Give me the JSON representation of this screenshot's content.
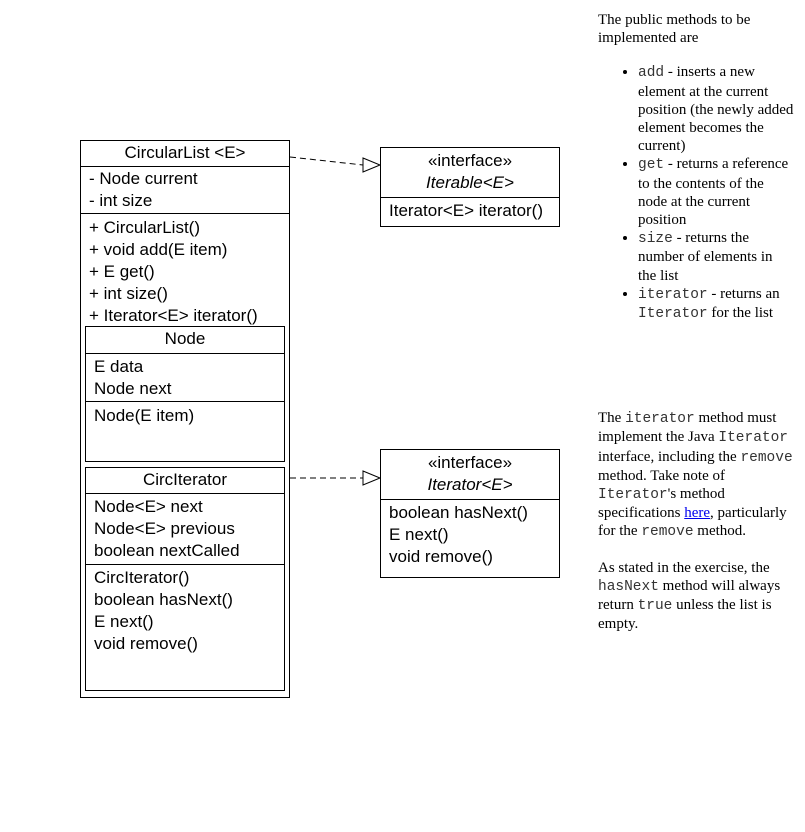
{
  "uml": {
    "circular_list": {
      "name": "CircularList <E>",
      "attributes": [
        "- Node current",
        "- int size"
      ],
      "methods": [
        "+ CircularList()",
        "+ void add(E item)",
        "+ E get()",
        "+ int size()",
        "+ Iterator<E> iterator()"
      ]
    },
    "node": {
      "name": "Node",
      "attributes": [
        "E data",
        "Node next"
      ],
      "methods": [
        "Node(E item)"
      ]
    },
    "circ_iterator": {
      "name": "CircIterator",
      "attributes": [
        "Node<E> next",
        "Node<E> previous",
        "boolean nextCalled"
      ],
      "methods": [
        "CircIterator()",
        "boolean hasNext()",
        "E next()",
        "void remove()"
      ]
    },
    "iterable_interface": {
      "stereotype": "«interface»",
      "name": "Iterable<E>",
      "methods": [
        "Iterator<E> iterator()"
      ]
    },
    "iterator_interface": {
      "stereotype": "«interface»",
      "name": "Iterator<E>",
      "methods": [
        "boolean hasNext()",
        "E next()",
        "void remove()"
      ]
    }
  },
  "doc": {
    "intro": "The public methods to be implemented are",
    "methods": [
      {
        "name": "add",
        "desc": " - inserts a new element at the current position (the newly added element becomes the current)"
      },
      {
        "name": "get",
        "desc": " - returns a reference to the contents of the node at the current position"
      },
      {
        "name": "size",
        "desc": " - returns the number of elements in the list"
      },
      {
        "name": "iterator",
        "desc_a": " - returns an ",
        "code": "Iterator",
        "desc_b": " for the list"
      }
    ],
    "para2": {
      "t1": "The ",
      "c1": "iterator",
      "t2": " method must implement the Java ",
      "c2": "Iterator",
      "t3": " interface, including the ",
      "c3": "remove",
      "t4": " method. Take note of ",
      "c4": "Iterator",
      "t5": "'s method specifications ",
      "link": "here",
      "t6": ", particularly for the ",
      "c5": "remove",
      "t7": " method."
    },
    "para3": {
      "t1": "As stated in the exercise, the ",
      "c1": "hasNext",
      "t2": " method will always return ",
      "c2": "true",
      "t3": " unless the list is empty."
    }
  }
}
